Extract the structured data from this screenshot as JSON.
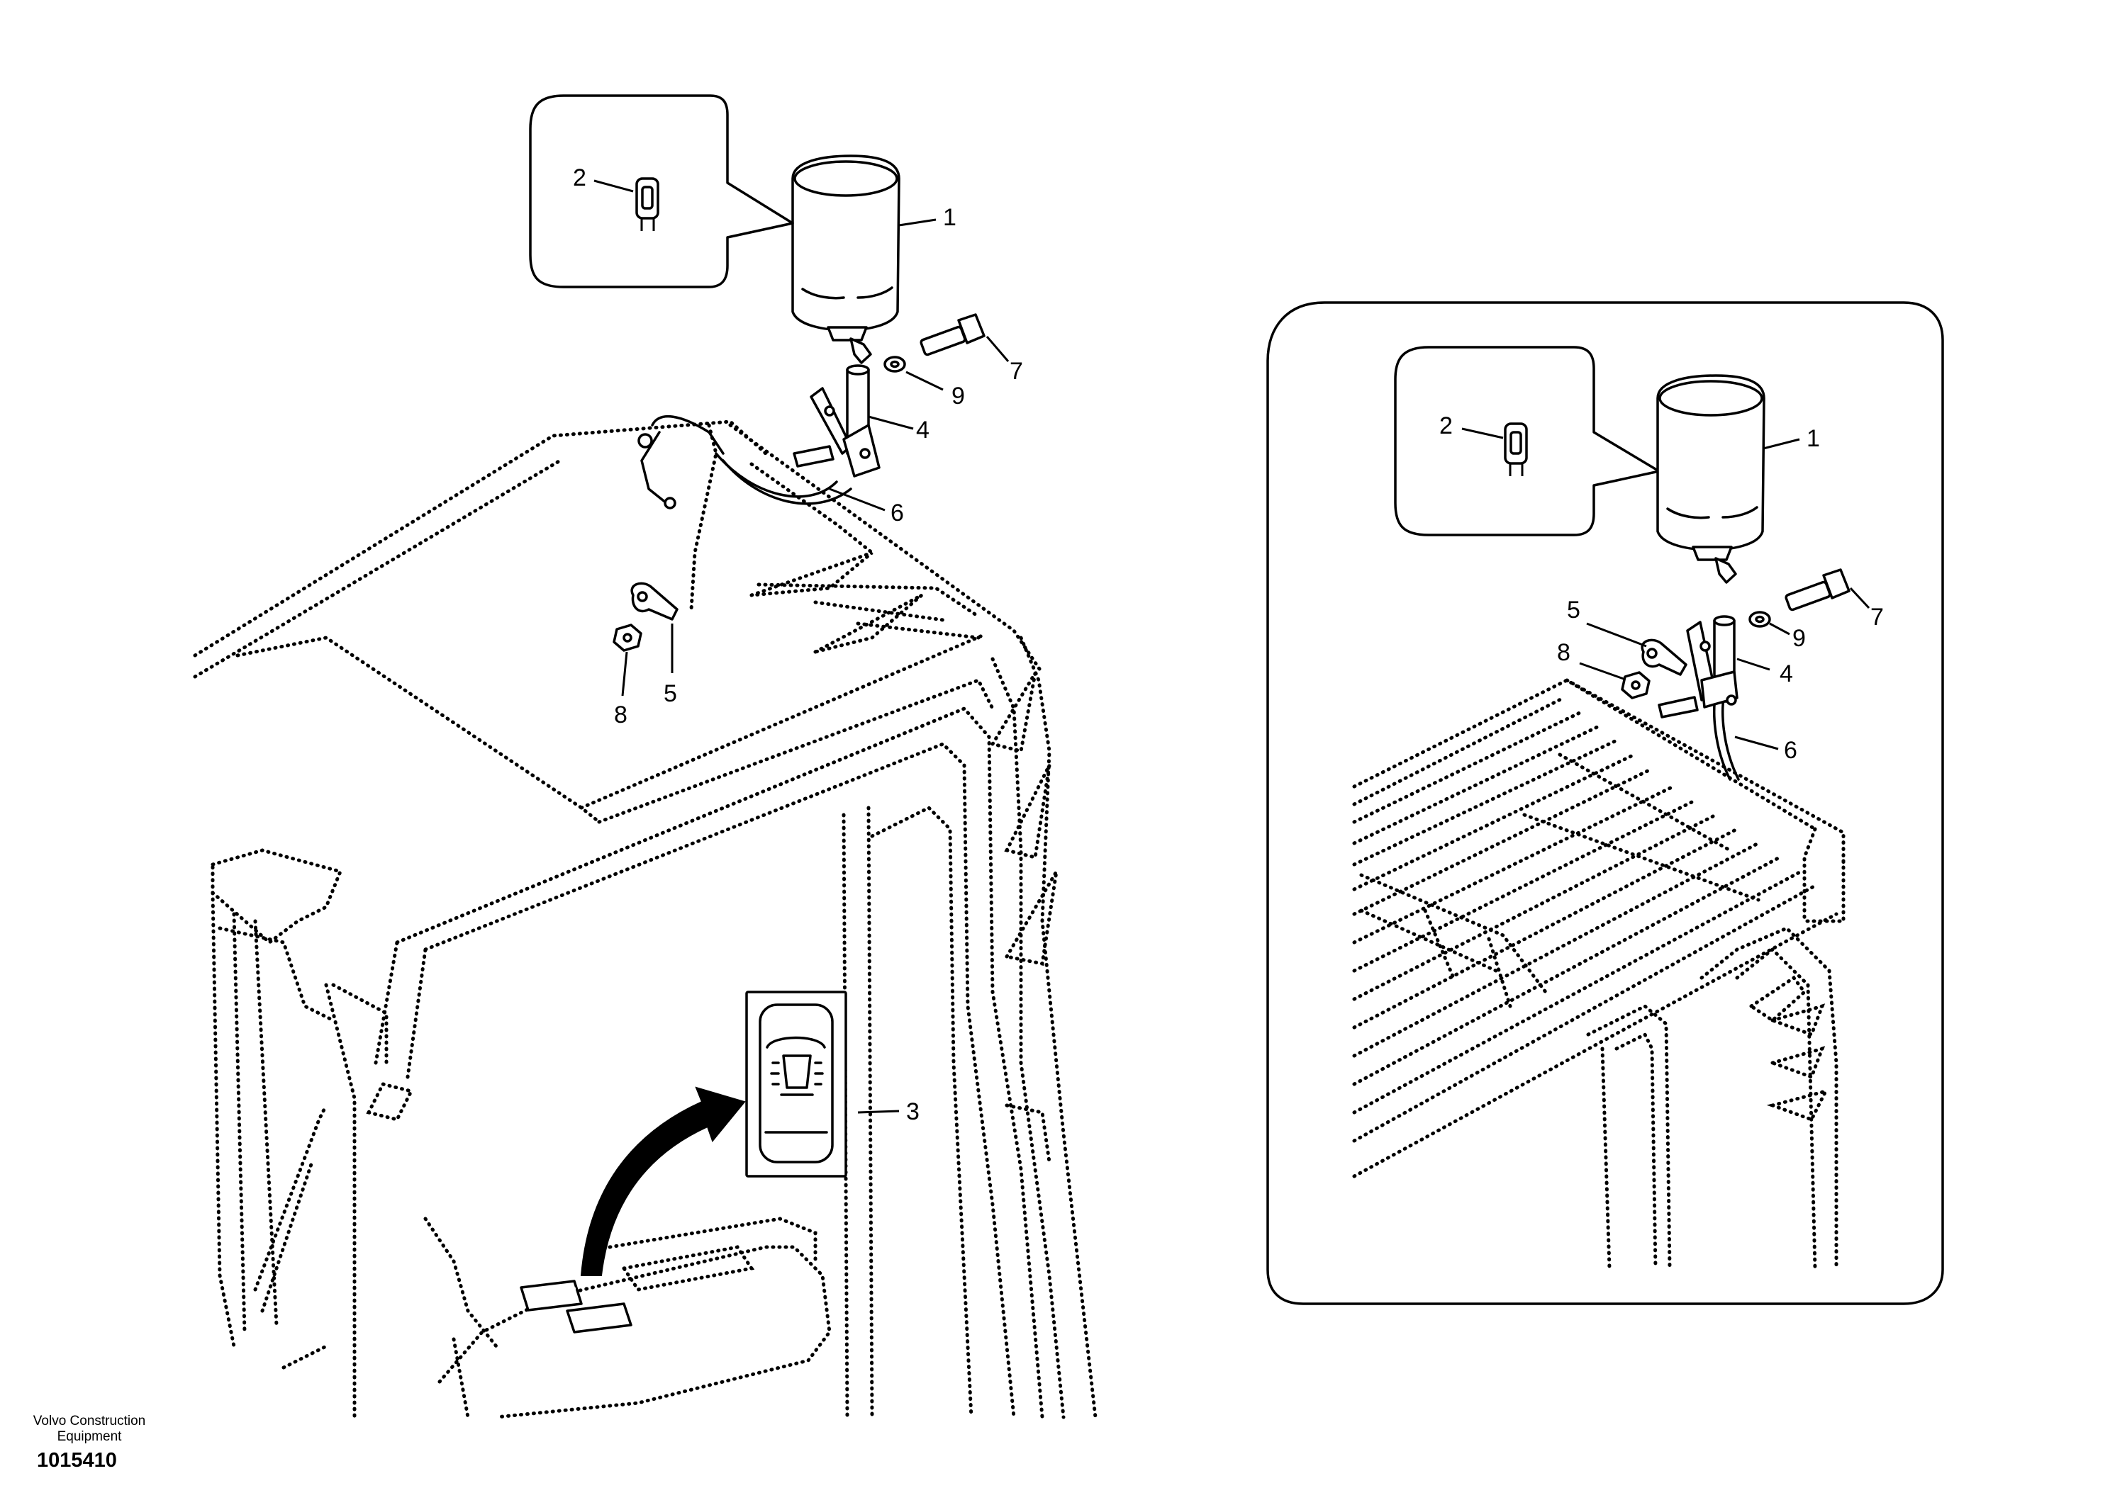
{
  "callouts": {
    "left": {
      "beacon": "1",
      "bulb": "2",
      "switch": "3",
      "bracket": "4",
      "clip": "5",
      "cable": "6",
      "screw": "7",
      "nut": "8",
      "washer": "9"
    },
    "inset": {
      "beacon": "1",
      "bulb": "2",
      "bracket": "4",
      "clip": "5",
      "cable": "6",
      "screw": "7",
      "nut": "8",
      "washer": "9"
    }
  },
  "footer": {
    "company_line1": "Volvo Construction",
    "company_line2": "Equipment",
    "drawing_number": "1015410"
  }
}
